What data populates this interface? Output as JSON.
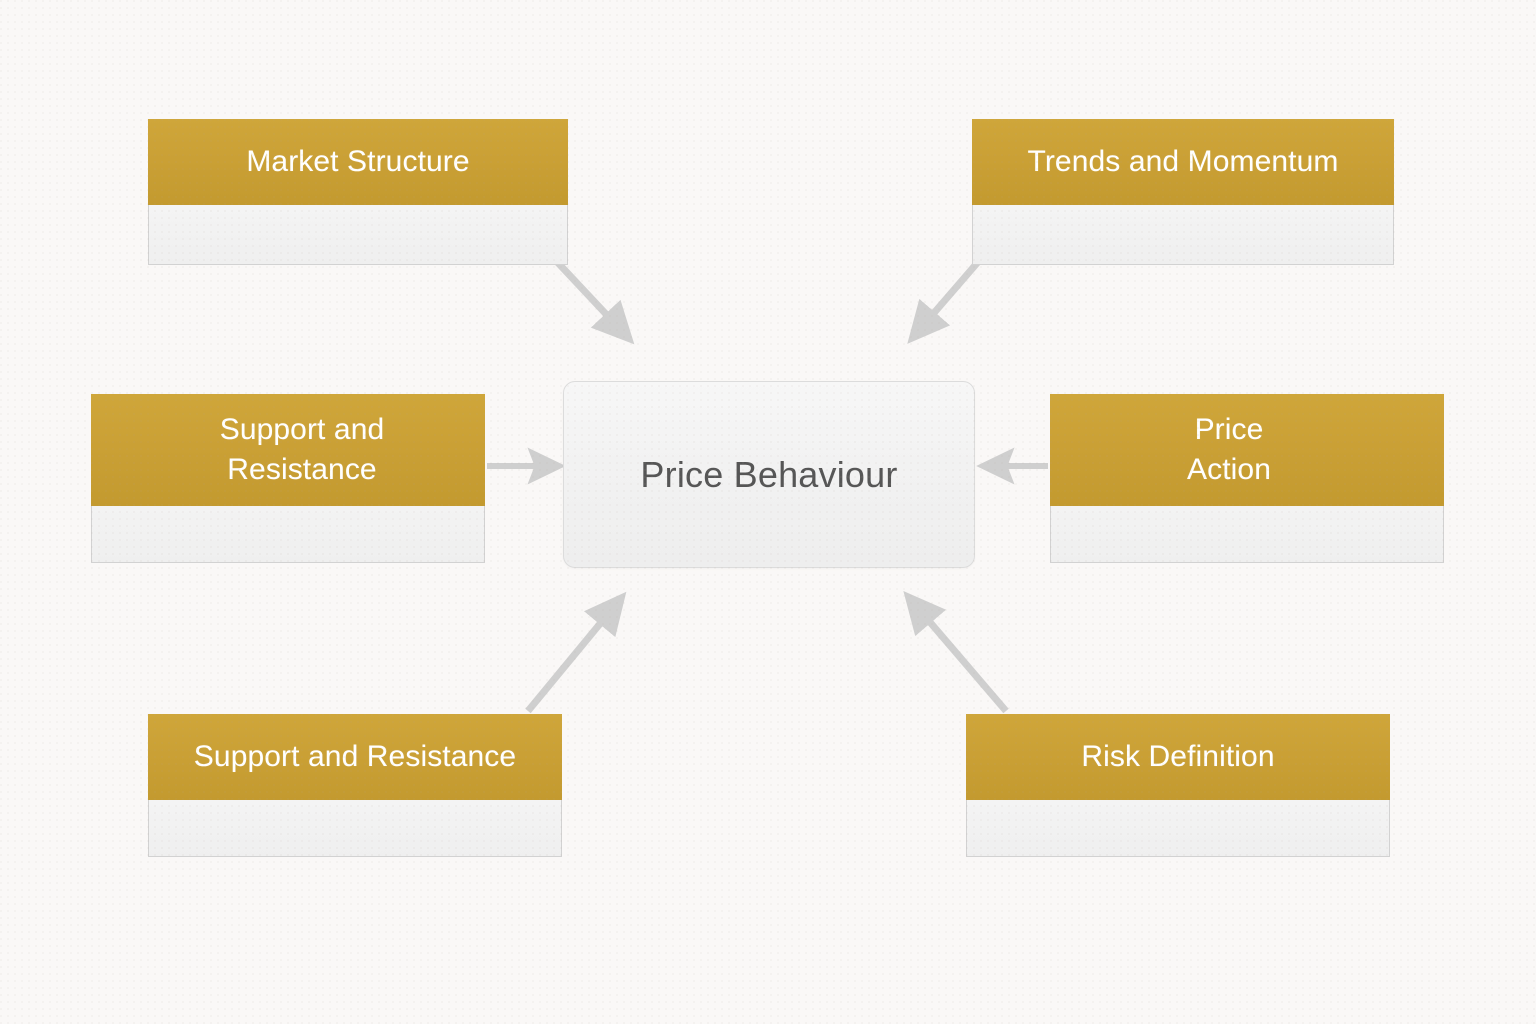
{
  "diagram": {
    "title_text": "Price Behaviour",
    "background_color": "#faf8f7",
    "accent_color": "#c9a035",
    "arrow_color": "#cfcfcf",
    "hub": {
      "label": "Price Behaviour",
      "text_color": "#565656",
      "fill_color": "#f2f2f2"
    },
    "nodes": [
      {
        "id": "market-structure",
        "label": "Market Structure",
        "position": "top-left"
      },
      {
        "id": "trends-momentum",
        "label": "Trends and Momentum",
        "position": "top-right"
      },
      {
        "id": "support-resistance-left",
        "label": "Support and\nResistance",
        "position": "middle-left"
      },
      {
        "id": "price-action",
        "label": "Price\nAction",
        "position": "middle-right"
      },
      {
        "id": "support-resistance-bottom",
        "label": "Support and Resistance",
        "position": "bottom-left"
      },
      {
        "id": "risk-definition",
        "label": "Risk Definition",
        "position": "bottom-right"
      }
    ],
    "connectors": [
      {
        "id": "market-structure-to-hub",
        "from": "market-structure",
        "to": "hub",
        "direction": "down-right"
      },
      {
        "id": "trends-momentum-to-hub",
        "from": "trends-momentum",
        "to": "hub",
        "direction": "down-left"
      },
      {
        "id": "support-resistance-left-to-hub",
        "from": "support-resistance-left",
        "to": "hub",
        "direction": "right"
      },
      {
        "id": "price-action-to-hub",
        "from": "price-action",
        "to": "hub",
        "direction": "left"
      },
      {
        "id": "support-resistance-bottom-to-hub",
        "from": "support-resistance-bottom",
        "to": "hub",
        "direction": "up-right"
      },
      {
        "id": "risk-definition-to-hub",
        "from": "risk-definition",
        "to": "hub",
        "direction": "up-left"
      }
    ]
  }
}
